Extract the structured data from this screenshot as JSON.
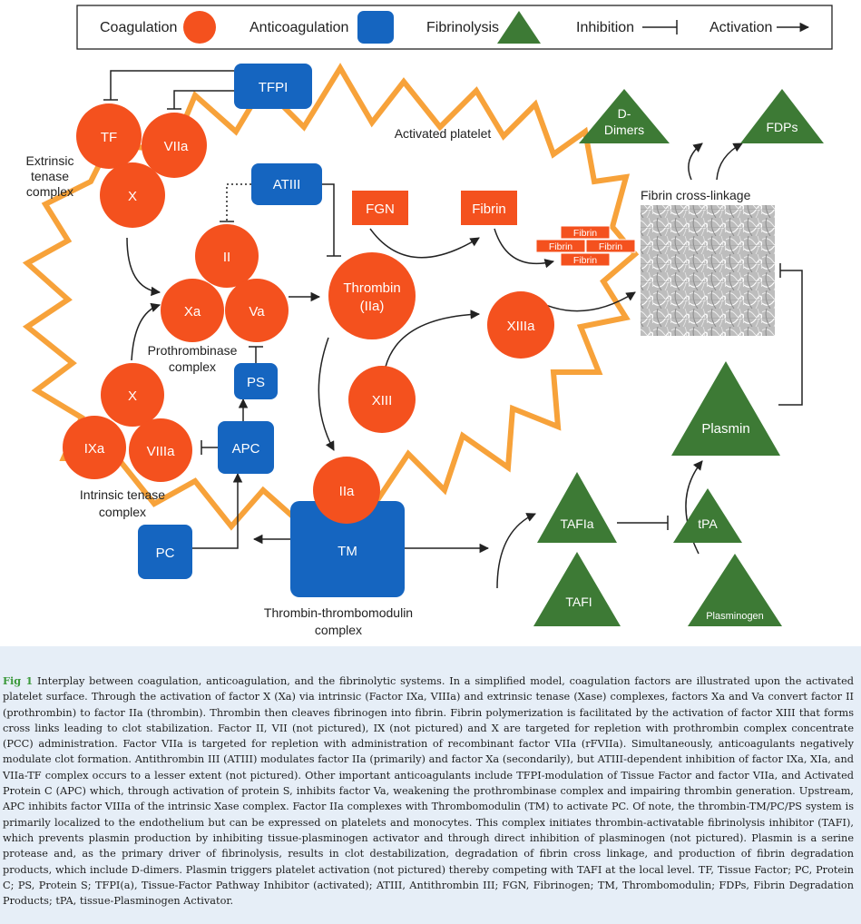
{
  "legend": {
    "coagulation": "Coagulation",
    "anticoagulation": "Anticoagulation",
    "fibrinolysis": "Fibrinolysis",
    "inhibition": "Inhibition",
    "activation": "Activation"
  },
  "colors": {
    "coagulation": "#f4511e",
    "anticoagulation": "#1565c0",
    "fibrinolysis": "#3d7a35",
    "platelet_outline": "#f7a23a",
    "caption_label": "#3c9a3c"
  },
  "labels": {
    "activated_platelet": "Activated platelet",
    "extrinsic_tenase_1": "Extrinsic",
    "extrinsic_tenase_2": "tenase",
    "extrinsic_tenase_3": "complex",
    "prothrombinase_1": "Prothrombinase",
    "prothrombinase_2": "complex",
    "intrinsic_tenase_1": "Intrinsic tenase",
    "intrinsic_tenase_2": "complex",
    "thrombin_tm_1": "Thrombin-thrombomodulin",
    "thrombin_tm_2": "complex",
    "fibrin_crosslinkage": "Fibrin cross-linkage"
  },
  "nodes": {
    "tf": "TF",
    "viia": "VIIa",
    "x_ext": "X",
    "ii": "II",
    "xa": "Xa",
    "va": "Va",
    "thrombin_1": "Thrombin",
    "thrombin_2": "(IIa)",
    "xiiia": "XIIIa",
    "xiii": "XIII",
    "x_int": "X",
    "ixa": "IXa",
    "viiia": "VIIIa",
    "iia": "IIa",
    "tfpi": "TFPI",
    "atiii": "ATIII",
    "ps": "PS",
    "apc": "APC",
    "pc": "PC",
    "tm": "TM",
    "fgn": "FGN",
    "fibrin": "Fibrin",
    "fibrin_brick": "Fibrin",
    "d_dimers_1": "D-",
    "d_dimers_2": "Dimers",
    "fdps": "FDPs",
    "plasmin": "Plasmin",
    "tafia": "TAFIa",
    "tpa": "tPA",
    "tafi": "TAFI",
    "plasminogen": "Plasminogen"
  },
  "caption": {
    "label": "Fig 1",
    "text": "Interplay between coagulation, anticoagulation, and the fibrinolytic systems. In a simplified model, coagulation factors are illustrated upon the activated platelet surface. Through the activation of factor X (Xa) via intrinsic (Factor IXa, VIIIa) and extrinsic tenase (Xase) complexes, factors Xa and Va convert factor II (prothrombin) to factor IIa (thrombin). Thrombin then cleaves fibrinogen into fibrin. Fibrin polymerization is facilitated by the activation of factor XIII that forms cross links leading to clot stabilization. Factor II, VII (not pictured), IX (not pictured) and X are targeted for repletion with prothrombin complex concentrate (PCC) administration. Factor VIIa is targeted for repletion with administration of recombinant factor VIIa (rFVIIa). Simultaneously, anticoagulants negatively modulate clot formation. Antithrombin III (ATIII) modulates factor IIa (primarily) and factor Xa (secondarily), but ATIII-dependent inhibition of factor IXa, XIa, and VIIa-TF complex occurs to a lesser extent (not pictured). Other important anticoagulants include TFPI-modulation of Tissue Factor and factor VIIa, and Activated Protein C (APC) which, through activation of protein S, inhibits factor Va, weakening the prothrombinase complex and impairing thrombin generation. Upstream, APC inhibits factor VIIIa of the intrinsic Xase complex. Factor IIa complexes with Thrombomodulin (TM) to activate PC. Of note, the thrombin-TM/PC/PS system is primarily localized to the endothelium but can be expressed on platelets and monocytes. This complex initiates thrombin-activatable fibrinolysis inhibitor (TAFI), which prevents plasmin production by inhibiting tissue-plasminogen activator and through direct inhibition of plasminogen (not pictured). Plasmin is a serine protease and, as the primary driver of fibrinolysis, results in clot destabilization, degradation of fibrin cross linkage, and production of fibrin degradation products, which include D-dimers. Plasmin triggers platelet activation (not pictured) thereby competing with TAFI at the local level. TF, Tissue Factor; PC, Protein C; PS, Protein S; TFPI(a), Tissue-Factor Pathway Inhibitor (activated); ATIII, Antithrombin III; FGN, Fibrinogen; TM, Thrombomodulin; FDPs, Fibrin Degradation Products; tPA, tissue-Plasminogen Activator."
  }
}
